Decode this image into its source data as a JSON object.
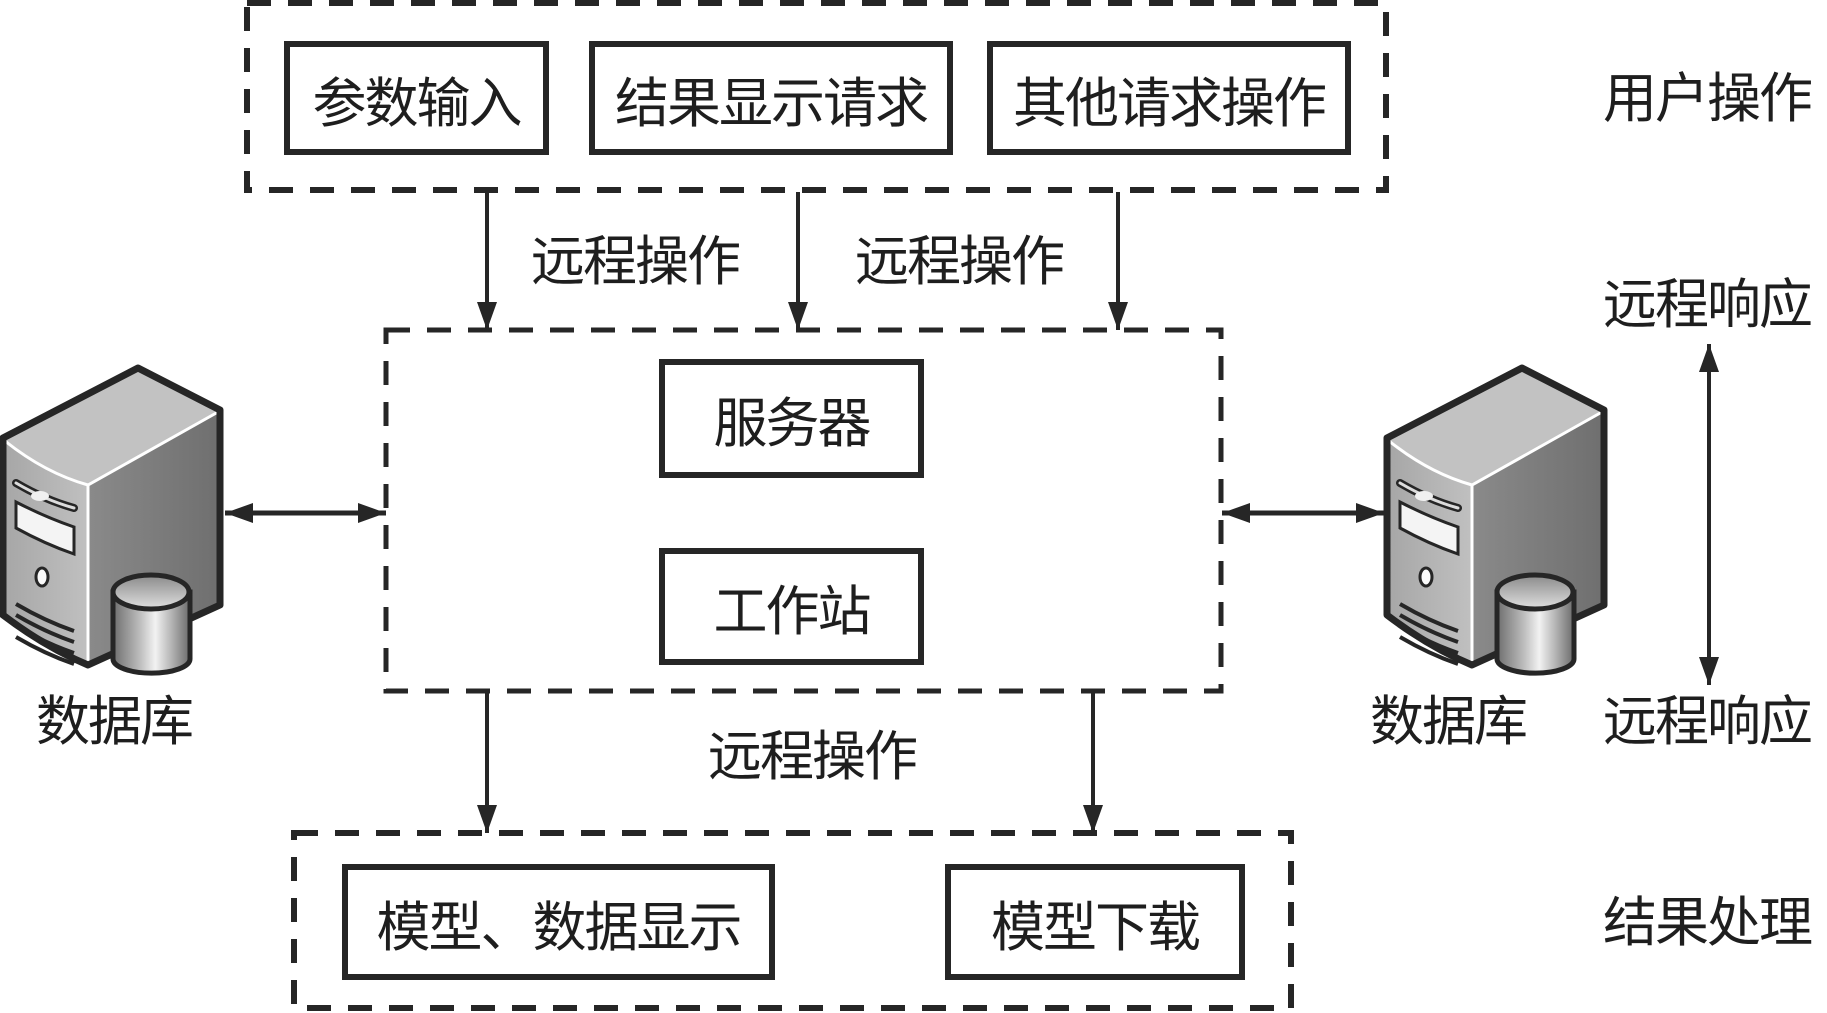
{
  "diagram": {
    "user_ops": {
      "group_label": "用户操作",
      "boxes": [
        "参数输入",
        "结果显示请求",
        "其他请求操作"
      ]
    },
    "remote_op_labels": [
      "远程操作",
      "远程操作",
      "远程操作"
    ],
    "center": {
      "boxes": [
        "服务器",
        "工作站"
      ]
    },
    "databases": [
      "数据库",
      "数据库"
    ],
    "remote_response_labels": [
      "远程响应",
      "远程响应"
    ],
    "result_processing": {
      "group_label": "结果处理",
      "boxes": [
        "模型、数据显示",
        "模型下载"
      ]
    },
    "colors": {
      "stroke": "#262626",
      "server_front": "#b4b4b4",
      "server_side": "#7d7d7d",
      "server_top": "#c4c4c4"
    }
  }
}
